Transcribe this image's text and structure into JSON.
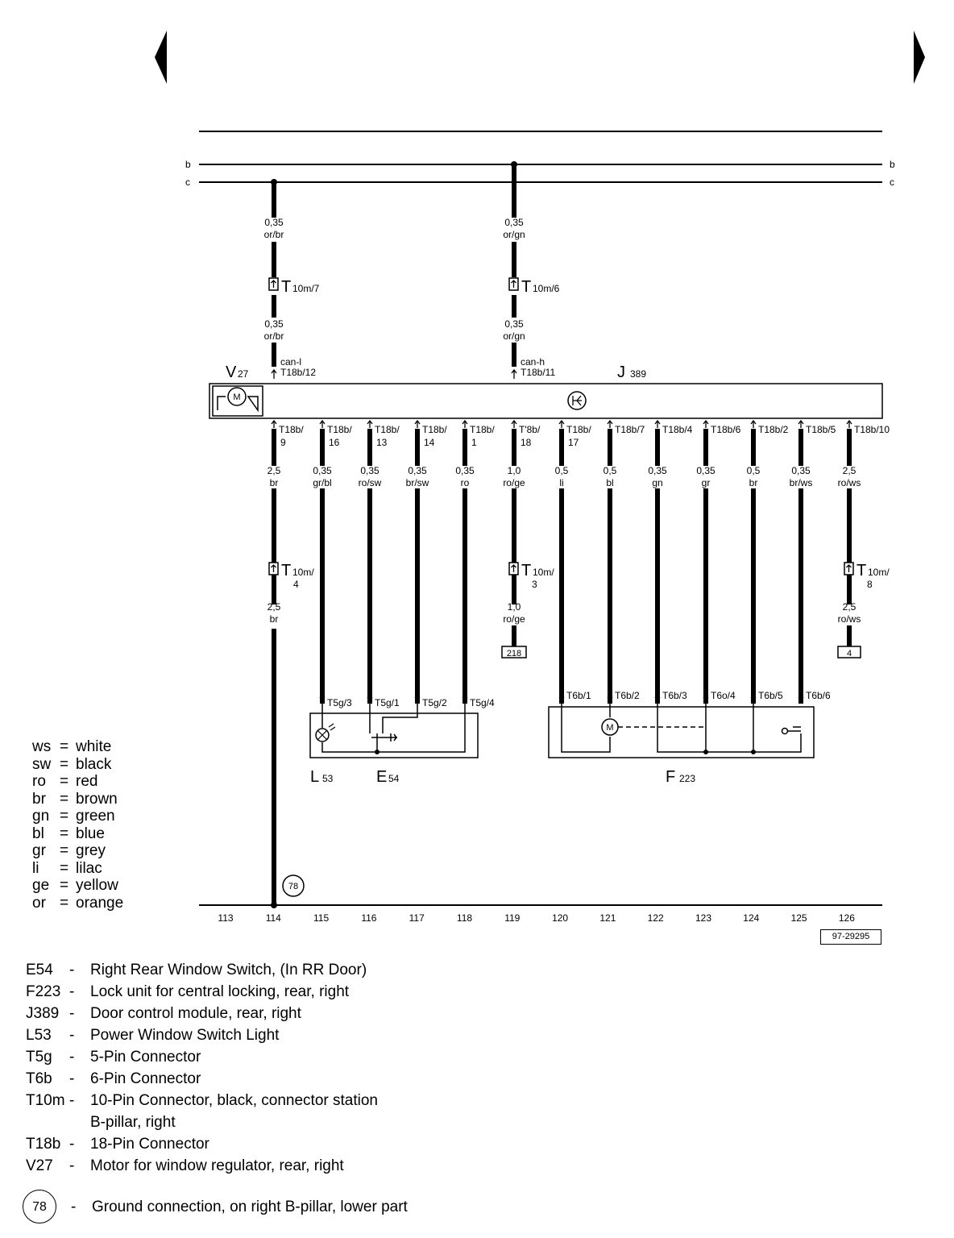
{
  "rails": {
    "b": "b",
    "c": "c"
  },
  "columns": [
    "113",
    "114",
    "115",
    "116",
    "117",
    "118",
    "119",
    "120",
    "121",
    "122",
    "123",
    "124",
    "125",
    "126"
  ],
  "top_wires": [
    {
      "size_top": "0,35",
      "color_top": "or/br",
      "conn_main": "T",
      "conn_sub": "10m/7",
      "size_bot": "0,35",
      "color_bot": "or/br",
      "signal": "can-l",
      "pin": "T18b/12"
    },
    {
      "size_top": "0,35",
      "color_top": "or/gn",
      "conn_main": "T",
      "conn_sub": "10m/6",
      "size_bot": "0,35",
      "color_bot": "or/gn",
      "signal": "can-h",
      "pin": "T18b/11"
    }
  ],
  "modules": {
    "v27": {
      "main": "V",
      "sub": "27",
      "symbol": "M"
    },
    "j389": {
      "main": "J",
      "sub": "389",
      "symbol": "⊛"
    }
  },
  "lower_wires": [
    {
      "pin1": "T18b/",
      "pin2": "9",
      "size": "2,5",
      "color": "br"
    },
    {
      "pin1": "T18b/",
      "pin2": "16",
      "size": "0,35",
      "color": "gr/bl"
    },
    {
      "pin1": "T18b/",
      "pin2": "13",
      "size": "0,35",
      "color": "ro/sw"
    },
    {
      "pin1": "T18b/",
      "pin2": "14",
      "size": "0,35",
      "color": "br/sw"
    },
    {
      "pin1": "T18b/",
      "pin2": "1",
      "size": "0,35",
      "color": "ro"
    },
    {
      "pin1": "T'8b/",
      "pin2": "18",
      "size": "1,0",
      "color": "ro/ge"
    },
    {
      "pin1": "T18b/",
      "pin2": "17",
      "size": "0,5",
      "color": "li"
    },
    {
      "pin1": "T18b/7",
      "pin2": "",
      "size": "0,5",
      "color": "bl"
    },
    {
      "pin1": "T18b/4",
      "pin2": "",
      "size": "0,35",
      "color": "gn"
    },
    {
      "pin1": "T18b/6",
      "pin2": "",
      "size": "0,35",
      "color": "gr"
    },
    {
      "pin1": "T18b/2",
      "pin2": "",
      "size": "0,5",
      "color": "br"
    },
    {
      "pin1": "T18b/5",
      "pin2": "",
      "size": "0,35",
      "color": "br/ws"
    },
    {
      "pin1": "T18b/10",
      "pin2": "",
      "size": "2,5",
      "color": "ro/ws"
    }
  ],
  "mid_connectors": [
    {
      "main": "T",
      "sub1": "10m/",
      "sub2": "4",
      "size": "2,5",
      "color": "br"
    },
    {
      "main": "T",
      "sub1": "10m/",
      "sub2": "3",
      "size": "1,0",
      "color": "ro/ge",
      "ref": "218"
    },
    {
      "main": "T",
      "sub1": "10m/",
      "sub2": "8",
      "size": "2,5",
      "color": "ro/ws",
      "ref": "4"
    }
  ],
  "bottom_pins": {
    "t5g": [
      "T5g/3",
      "T5g/1",
      "T5g/2",
      "T5g/4"
    ],
    "t6b": [
      "T6b/1",
      "T6b/2",
      "T6b/3",
      "T6o/4",
      "T6b/5",
      "T6b/6"
    ]
  },
  "parts": {
    "l53": {
      "main": "L",
      "sub": "53"
    },
    "e54": {
      "main": "E",
      "sub": "54"
    },
    "f223": {
      "main": "F",
      "sub": "223"
    }
  },
  "ground_ref": "78",
  "ref_number": "97-29295",
  "color_legend": [
    {
      "abbr": "ws",
      "name": "white"
    },
    {
      "abbr": "sw",
      "name": "black"
    },
    {
      "abbr": "ro",
      "name": "red"
    },
    {
      "abbr": "br",
      "name": "brown"
    },
    {
      "abbr": "gn",
      "name": "green"
    },
    {
      "abbr": "bl",
      "name": "blue"
    },
    {
      "abbr": "gr",
      "name": "grey"
    },
    {
      "abbr": "li",
      "name": "lilac"
    },
    {
      "abbr": "ge",
      "name": "yellow"
    },
    {
      "abbr": "or",
      "name": "orange"
    }
  ],
  "legend_eq": "=",
  "components": [
    {
      "code": "E54",
      "dash": "-",
      "desc": "Right Rear Window Switch, (In RR Door)"
    },
    {
      "code": "F223",
      "dash": "-",
      "desc": "Lock unit for central locking, rear, right"
    },
    {
      "code": "J389",
      "dash": "-",
      "desc": "Door control module, rear, right"
    },
    {
      "code": "L53",
      "dash": "-",
      "desc": "Power Window Switch Light"
    },
    {
      "code": "T5g",
      "dash": "-",
      "desc": "5-Pin Connector"
    },
    {
      "code": "T6b",
      "dash": "-",
      "desc": "6-Pin Connector"
    },
    {
      "code": "T10m",
      "dash": "-",
      "desc": "10-Pin Connector, black, connector station\nB-pillar, right"
    },
    {
      "code": "T18b",
      "dash": "-",
      "desc": "18-Pin Connector"
    },
    {
      "code": "V27",
      "dash": "-",
      "desc": "Motor for window regulator, rear, right"
    }
  ],
  "ground_component": {
    "ref": "78",
    "dash": "-",
    "desc": "Ground connection, on right B-pillar, lower part"
  }
}
